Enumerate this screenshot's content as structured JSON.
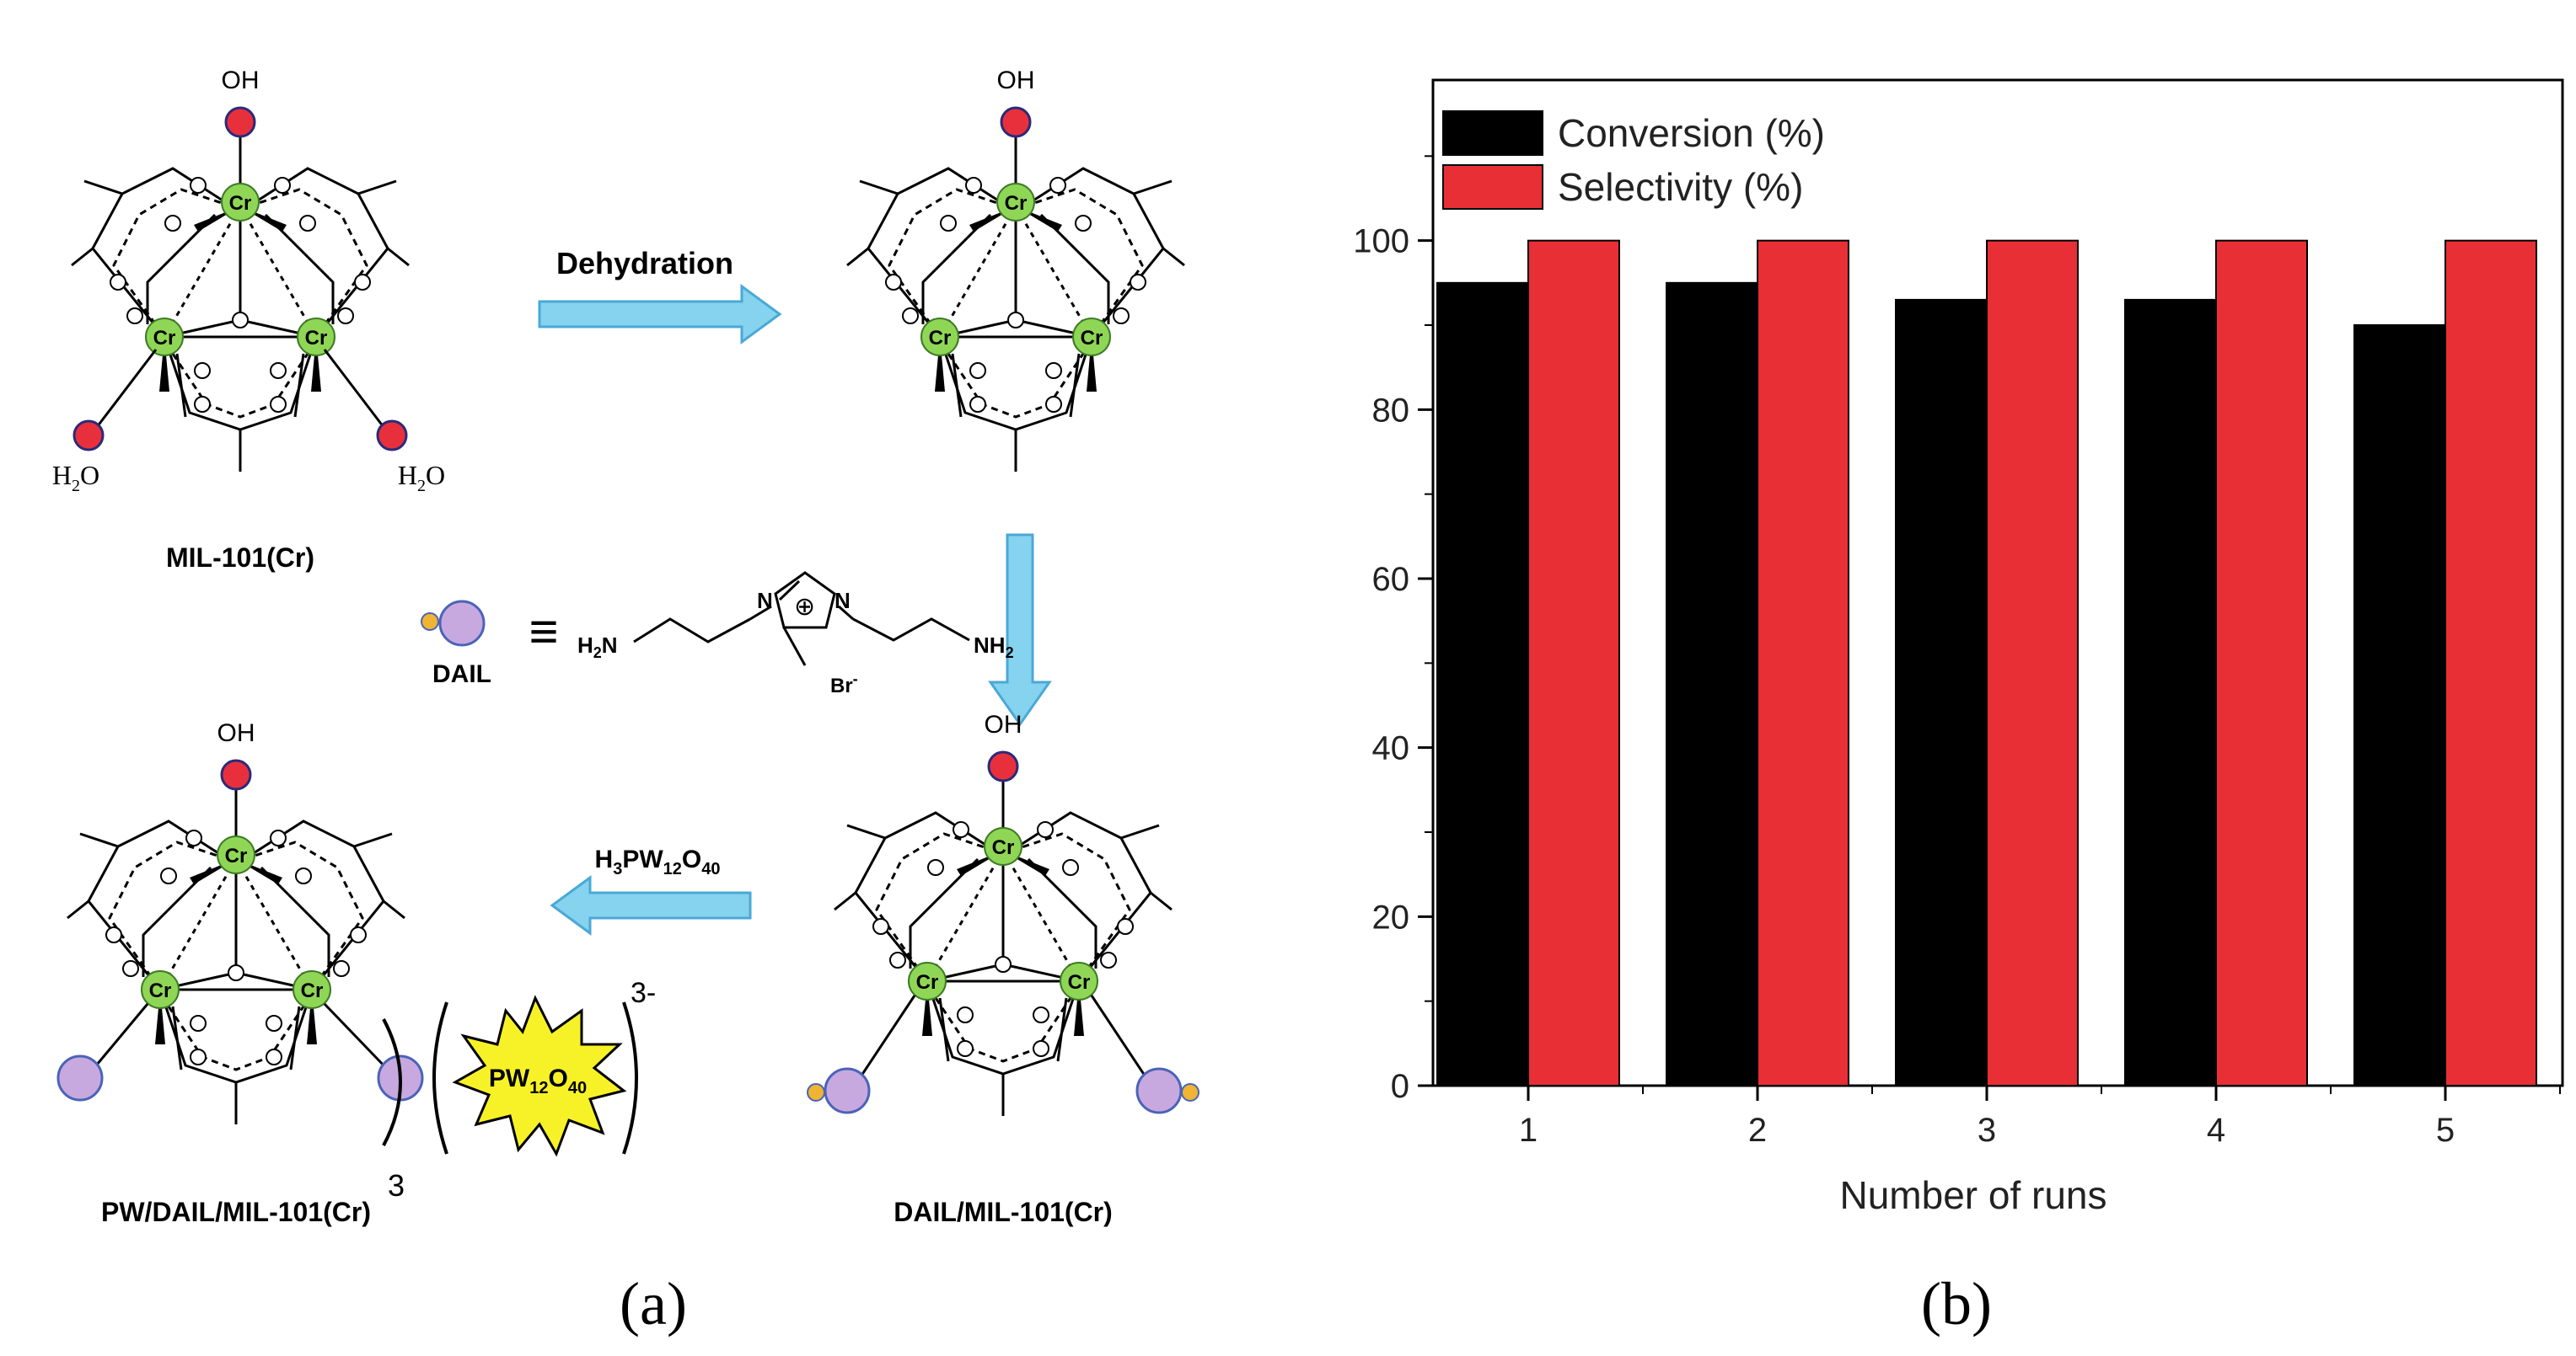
{
  "scheme": {
    "dehydration_label": "Dehydration",
    "reagent": {
      "pre": "H",
      "n1": "3",
      "mid": "PW",
      "n2": "12",
      "o": "O",
      "n3": "40"
    },
    "captions": {
      "mil": "MIL-101(Cr)",
      "dail_mil": "DAIL/MIL-101(Cr)",
      "pw_dail_mil": "PW/DAIL/MIL-101(Cr)"
    },
    "dail_name": "DAIL",
    "equiv": "≡",
    "atoms": {
      "cr": "Cr",
      "oh": "OH",
      "o": "O",
      "water": "H",
      "water_sub": "2",
      "water_o": "O"
    },
    "dail_formula": {
      "nh2_left": "H",
      "nh2_left_sub": "2",
      "nh2_left_n": "N",
      "nh2_right": "NH",
      "nh2_right_sub": "2",
      "n": "N",
      "plus": "⊕",
      "br": "Br",
      "br_sup": "-"
    },
    "polyanion": {
      "pw": "PW",
      "n12": "12",
      "o": "O",
      "n40": "40",
      "charge": "3-",
      "count": "3"
    }
  },
  "labels": {
    "a": "(a)",
    "b": "(b)"
  },
  "colors": {
    "oxygen": "#e8303c",
    "chromium": "#8fd656",
    "dail": "#c7a9df",
    "dail_dot": "#f0b433",
    "arrow": "#86d3ef",
    "conversion": "#000000",
    "selectivity": "#e82f35",
    "star": "#f7f227"
  },
  "chart_data": {
    "type": "bar",
    "categories": [
      "1",
      "2",
      "3",
      "4",
      "5"
    ],
    "series": [
      {
        "name": "Conversion (%)",
        "values": [
          95,
          95,
          93,
          93,
          90
        ]
      },
      {
        "name": "Selectivity (%)",
        "values": [
          100,
          100,
          100,
          100,
          100
        ]
      }
    ],
    "xlabel": "Number of runs",
    "ylabel": "",
    "ylim": [
      0,
      120
    ],
    "yticks": [
      "0",
      "20",
      "40",
      "60",
      "80",
      "100"
    ],
    "legend": "top-left",
    "grid": false
  }
}
